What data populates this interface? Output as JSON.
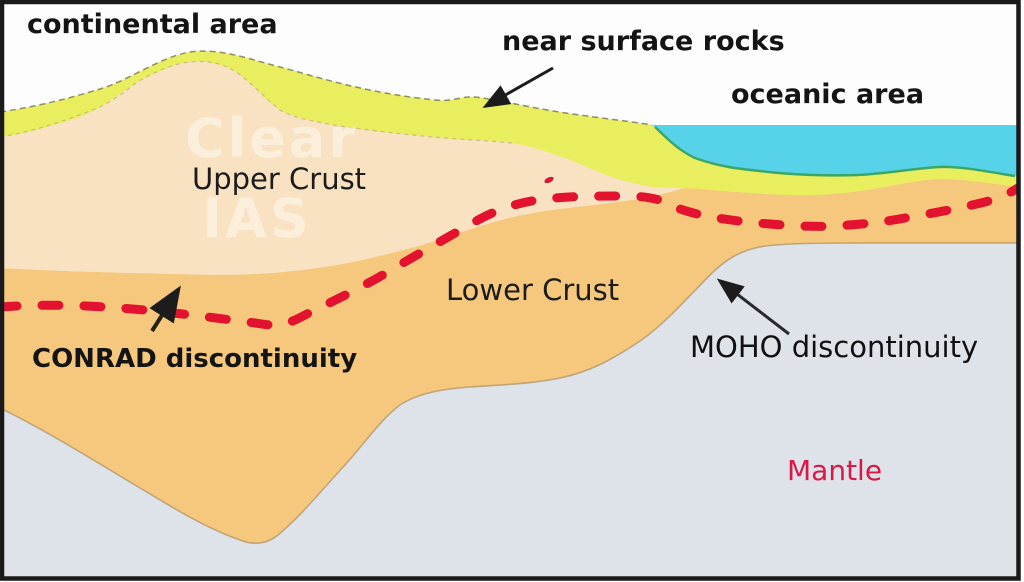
{
  "labels": {
    "continental_area": "continental area",
    "near_surface_rocks": "near surface rocks",
    "oceanic_area": "oceanic area",
    "upper_crust": "Upper Crust",
    "lower_crust": "Lower Crust",
    "conrad": "CONRAD discontinuity",
    "moho": "MOHO discontinuity",
    "mantle": "Mantle"
  },
  "watermark": {
    "line1": "Clear",
    "line2": "IAS"
  },
  "colors": {
    "near_surface_rocks_layer": "#e9ee5e",
    "ocean": "#57d3e9",
    "upper_crust": "#f8e2c1",
    "lower_crust": "#f6c87d",
    "mantle": "#dee3e9",
    "conrad_line": "#e3122f",
    "seafloor_line": "#3aa668",
    "mantle_label": "#dc1745",
    "text": "#141414"
  }
}
